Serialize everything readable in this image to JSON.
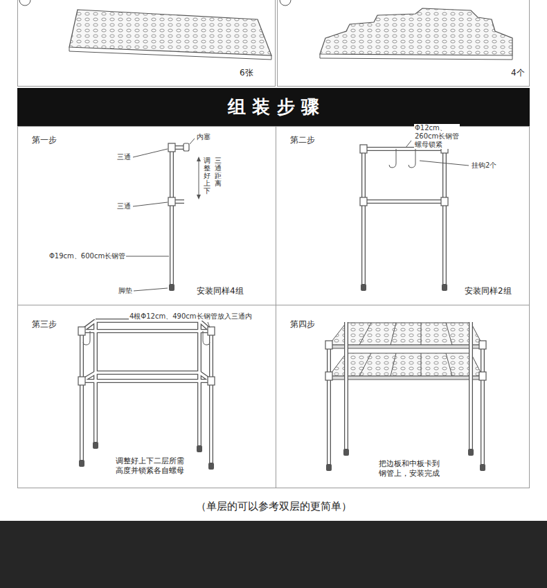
{
  "diagram": {
    "title": "组 装 步 骤",
    "caption": "（单层的可以参考双层的更简单）",
    "nodes": [
      {
        "text": [
          "6张"
        ]
      },
      {
        "text": [
          "4个"
        ]
      },
      {
        "text": [
          "第一步",
          "安装同样4组"
        ]
      },
      {
        "text": [
          "第二步",
          "安装同样2组"
        ]
      },
      {
        "text": [
          "第三步",
          "调整好上下二层所需 高度并锁紧各自螺母"
        ]
      },
      {
        "text": [
          "第四步",
          "把边板和中板卡到 钢管上，安装完成"
        ]
      }
    ],
    "labels": [
      "内塞",
      "三通",
      "三通距离",
      "调整好上下",
      "三通",
      "Φ19cm、600cm长钢管",
      "脚垫",
      "Φ12cm、260cm长钢管 螺母锁紧",
      "挂钩2个",
      "4根Φ12cm、490cm长钢管放入三通内"
    ]
  }
}
